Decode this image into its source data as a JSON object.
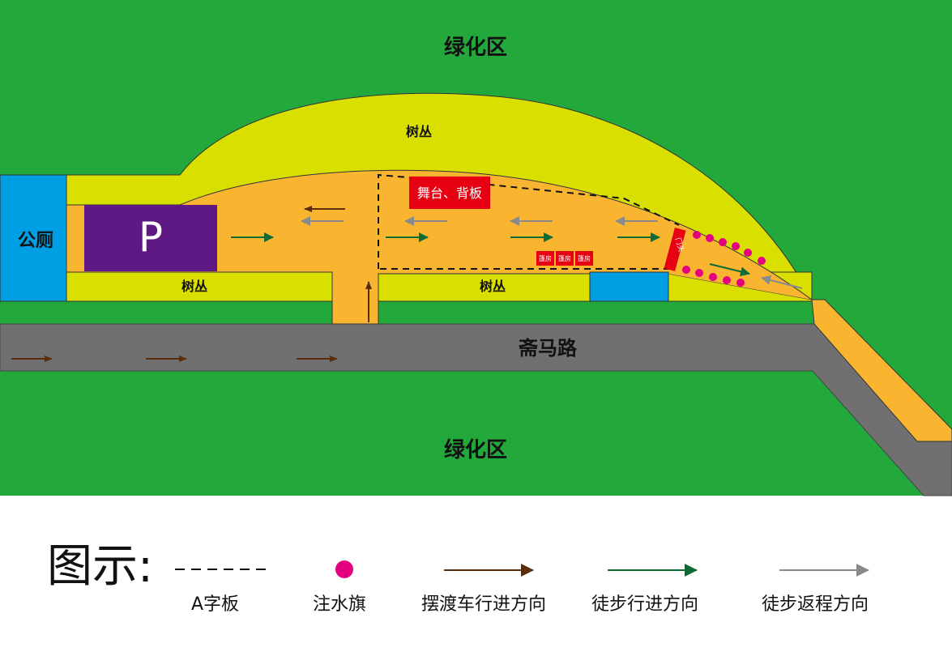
{
  "map": {
    "green_top": "绿化区",
    "green_bottom": "绿化区",
    "bush_top": "树丛",
    "bush_left": "树丛",
    "bush_mid": "树丛",
    "toilet": "公厕",
    "parking": "P",
    "stage": "舞台、背板",
    "tents": [
      "篷房",
      "篷房",
      "篷房"
    ],
    "gate": "门头",
    "road": "斋马路"
  },
  "legend": {
    "title": "图示:",
    "items": [
      {
        "label": "A字板"
      },
      {
        "label": "注水旗"
      },
      {
        "label": "摆渡车行进方向"
      },
      {
        "label": "徒步行进方向"
      },
      {
        "label": "徒步返程方向"
      }
    ]
  },
  "colors": {
    "green": "#23a93b",
    "yellow_green": "#d9e000",
    "orange": "#f9b52f",
    "gray": "#717071",
    "blue": "#009fe3",
    "purple": "#5f1985",
    "red": "#e60012",
    "pink": "#e4007f",
    "brown": "#5a2d0c",
    "dark_green": "#0f6b36",
    "light_gray": "#8a8a8a"
  }
}
